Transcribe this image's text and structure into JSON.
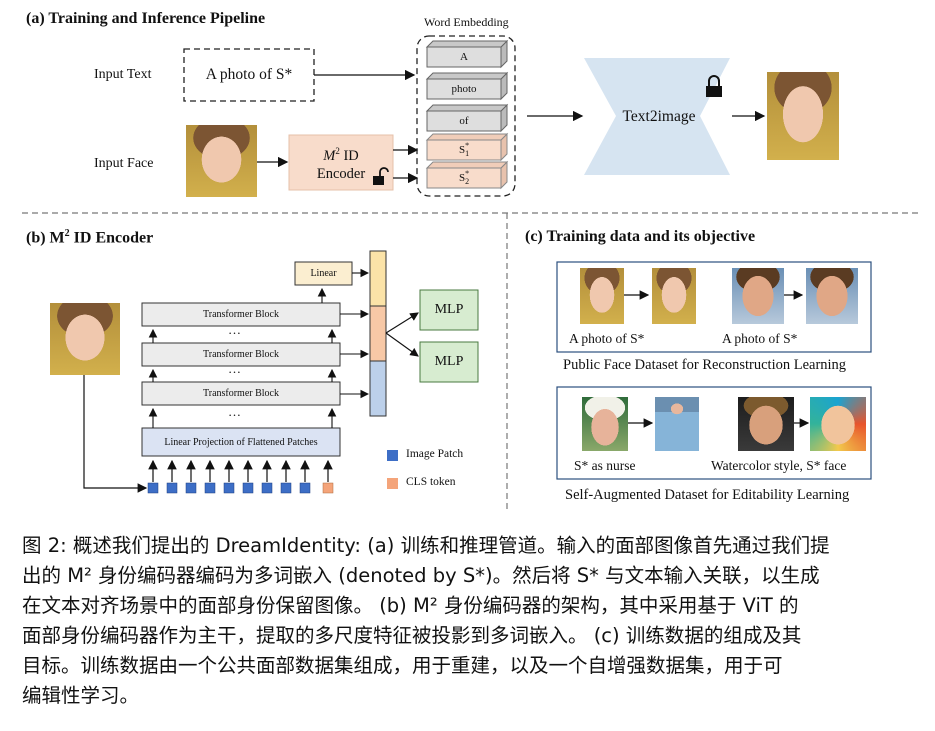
{
  "panel_a": {
    "title": "(a) Training and Inference Pipeline",
    "input_text_label": "Input Text",
    "input_text_value": "A  photo of S*",
    "input_face_label": "Input Face",
    "encoder_label_line1": "M",
    "encoder_label_sup": "2",
    "encoder_label_id": " ID",
    "encoder_label_line2": "Encoder",
    "word_embedding_title": "Word Embedding",
    "embeddings": [
      "A",
      "photo",
      "of"
    ],
    "s1_main": "S",
    "s1_sup": "*",
    "s1_sub": "1",
    "s2_main": "S",
    "s2_sup": "*",
    "s2_sub": "2",
    "t2i_label": "Text2image"
  },
  "panel_b": {
    "title_prefix": "(b) M",
    "title_sup": "2",
    "title_suffix": " ID Encoder",
    "linear_label": "Linear",
    "transformer_blocks": [
      "Transformer Block",
      "Transformer Block",
      "Transformer Block"
    ],
    "ellipsis": "…",
    "projection_label": "Linear Projection of Flattened Patches",
    "mlp_labels": [
      "MLP",
      "MLP"
    ],
    "legend_image_patch": "Image Patch",
    "legend_cls_token": "CLS token",
    "colors": {
      "image_patch": "#3d6ec6",
      "cls_token": "#f4a47a"
    }
  },
  "panel_c": {
    "title": "(c) Training data and its objective",
    "public_labels": [
      "A photo of S*",
      "A photo of S*"
    ],
    "public_caption": "Public Face Dataset for Reconstruction Learning",
    "aug_label_1": "S*  as nurse",
    "aug_label_2": "Watercolor style,  S* face",
    "aug_caption": "Self-Augmented Dataset for Editability Learning"
  },
  "caption": {
    "line1": "图 2:  概述我们提出的 DreamIdentity: (a) 训练和推理管道。输入的面部图像首先通过我们提",
    "line2": "出的 M² 身份编码器编码为多词嵌入 (denoted by S*)。然后将 S* 与文本输入关联，以生成",
    "line3": "在文本对齐场景中的面部身份保留图像。 (b) M² 身份编码器的架构，其中采用基于 ViT 的",
    "line4": "面部身份编码器作为主干，提取的多尺度特征被投影到多词嵌入。 (c) 训练数据的组成及其",
    "line5": "目标。训练数据由一个公共面部数据集组成，用于重建，以及一个自增强数据集，用于可",
    "line6": "编辑性学习。"
  }
}
